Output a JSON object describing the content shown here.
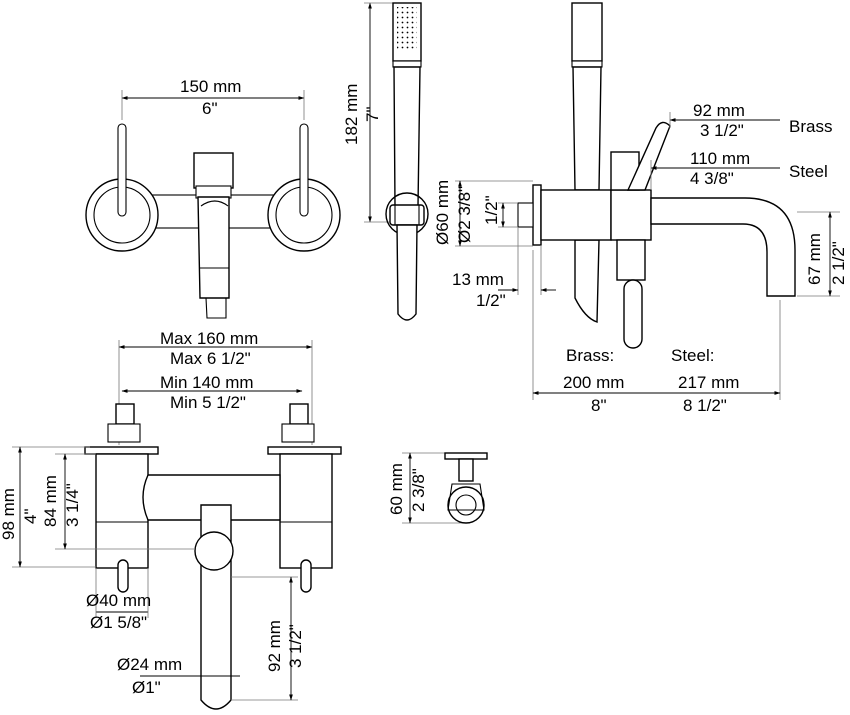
{
  "top_front": {
    "width_mm": "150 mm",
    "width_in": "6\""
  },
  "hand_shower": {
    "length_mm": "182 mm",
    "length_in": "7\""
  },
  "side_view": {
    "rosette_mm": "Ø60 mm",
    "rosette_in": "Ø2 3/8\"",
    "thread": "1/2\"",
    "wall_mm": "13 mm",
    "wall_in": "1/2\"",
    "brass_reach_mm": "92 mm",
    "brass_reach_in": "3 1/2\"",
    "brass": "Brass",
    "steel_reach_mm": "110 mm",
    "steel_reach_in": "4 3/8\"",
    "steel": "Steel",
    "spout_drop_mm": "67 mm",
    "spout_drop_in": "2 1/2\"",
    "brass_label": "Brass:",
    "steel_label": "Steel:",
    "brass_len_mm": "200 mm",
    "brass_len_in": "8\"",
    "steel_len_mm": "217 mm",
    "steel_len_in": "8 1/2\""
  },
  "exposed_front": {
    "max_mm": "Max 160 mm",
    "max_in": "Max 6 1/2\"",
    "min_mm": "Min 140 mm",
    "min_in": "Min 5 1/2\"",
    "height_mm": "98 mm",
    "height_in": "4\"",
    "body_mm": "84 mm",
    "body_in": "3 1/4\"",
    "body_d_mm": "Ø40 mm",
    "body_d_in": "Ø1 5/8\"",
    "spout_d_mm": "Ø24 mm",
    "spout_d_in": "Ø1\"",
    "spout_mm": "92 mm",
    "spout_in": "3 1/2\""
  },
  "holder": {
    "size_mm": "60 mm",
    "size_in": "2 3/8\""
  }
}
